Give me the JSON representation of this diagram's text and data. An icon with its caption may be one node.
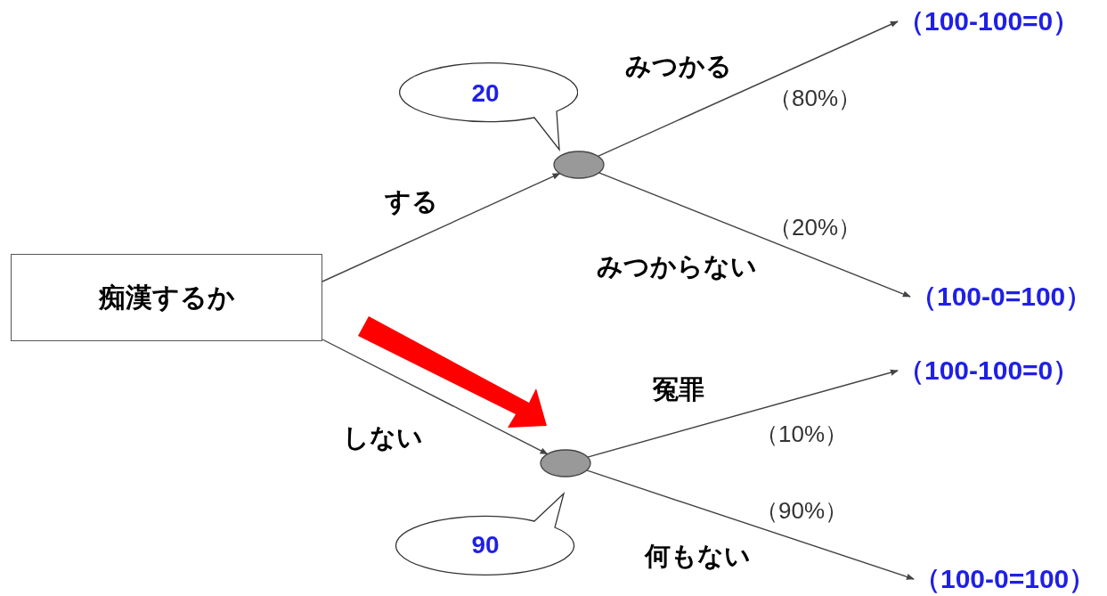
{
  "diagram": {
    "nodes": [
      {
        "text": [
          "痴漢するか"
        ]
      },
      {
        "text": [],
        "shape": "circle"
      },
      {
        "text": [],
        "shape": "circle"
      },
      {
        "text": [
          "（100-100=0）"
        ]
      },
      {
        "text": [
          "（100-0=100）"
        ]
      },
      {
        "text": [
          "（100-100=0）"
        ]
      },
      {
        "text": [
          "（100-0=100）"
        ]
      },
      {
        "text": [
          "20"
        ]
      },
      {
        "text": [
          "90"
        ]
      }
    ],
    "edges": [
      {
        "from": 0,
        "to": 1,
        "arrow": "to",
        "label": "する"
      },
      {
        "from": 0,
        "to": 2,
        "arrow": "to",
        "label": "しない"
      },
      {
        "from": 1,
        "to": 3,
        "arrow": "to",
        "label": "みつかる"
      },
      {
        "from": 1,
        "to": 4,
        "arrow": "to",
        "label": "みつからない"
      },
      {
        "from": 2,
        "to": 5,
        "arrow": "to",
        "label": "冤罪"
      },
      {
        "from": 2,
        "to": 6,
        "arrow": "to",
        "label": "何もない"
      }
    ],
    "labels": [
      "（80%）",
      "（20%）",
      "（10%）",
      "（90%）"
    ]
  }
}
